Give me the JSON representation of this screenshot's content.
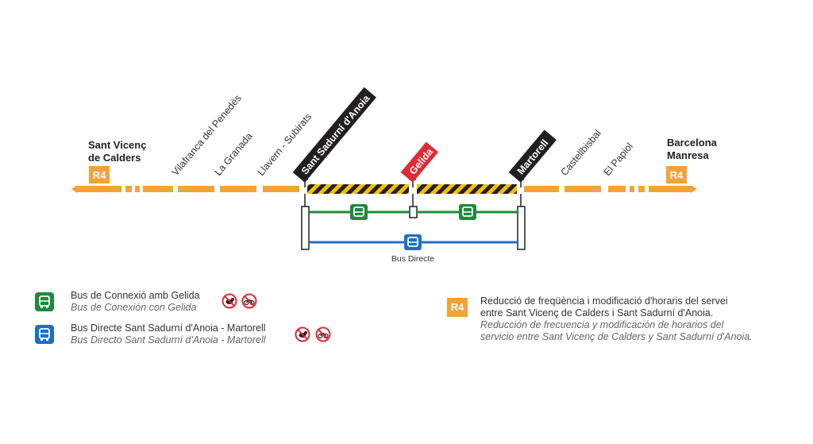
{
  "terminals": {
    "left": {
      "line1": "Sant Vicenç",
      "line2": "de Calders",
      "badge": "R4"
    },
    "right": {
      "line1": "Barcelona",
      "line2": "Manresa",
      "badge": "R4"
    }
  },
  "stations": {
    "vilafranca": "Vilafranca del Penedès",
    "granada": "La Granada",
    "llavaneres": "Llavern - Subirats",
    "sant_sadurni": "Sant Sadurní d'Anoia",
    "gelida": "Gelida",
    "martorell": "Martorell",
    "castellbisbal": "Castellbisbal",
    "papiol": "El Papiol"
  },
  "bus_directe_label": "Bus Directe",
  "legend": {
    "bus_connexio": {
      "ca": "Bus de Connexió amb Gelida",
      "es": "Bus de Conexión con Gelida"
    },
    "bus_directe": {
      "ca": "Bus Directe Sant Sadurní d'Anoia - Martorell",
      "es": "Bus Directo Sant Sadurní d'Anoia - Martorell"
    },
    "r4": {
      "badge": "R4",
      "ca_1": "Reducció de freqüència i modificació d'horaris del servei",
      "ca_2": "entre Sant Vicenç de Calders i Sant Sadurní d'Anoia.",
      "es_1": "Reducción de frecuencia y modificación de horarios del",
      "es_2": "servicio entre Sant Vicenç de Calders y Sant Sadurní d'Anoia."
    }
  },
  "colors": {
    "line": "#f2a33a",
    "green": "#1e8a3c",
    "blue": "#1f6fbf",
    "gelida": "#e02b35",
    "dark": "#231f20"
  },
  "icons": [
    "bus-icon",
    "no-pets-icon",
    "no-bicycle-icon"
  ]
}
